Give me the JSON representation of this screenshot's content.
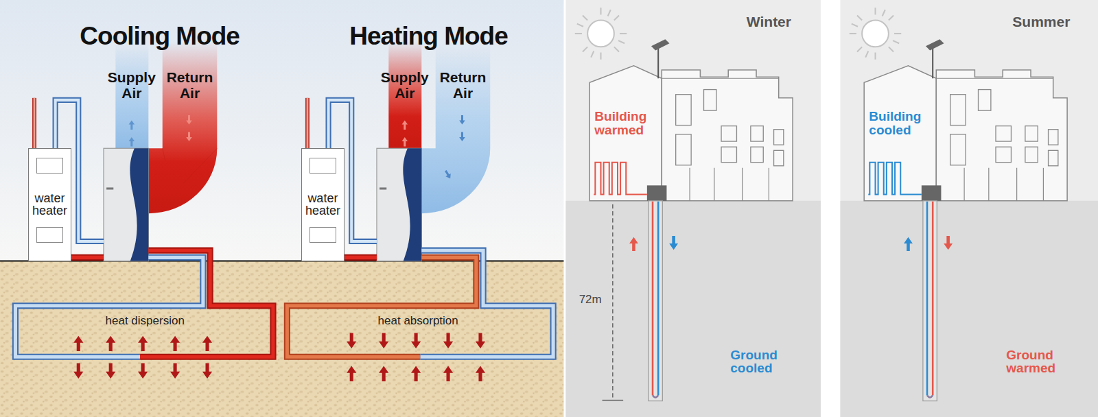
{
  "diagram": {
    "nodes": [
      {
        "text": [
          "water heater"
        ]
      },
      {
        "text": [
          "water heater"
        ]
      }
    ],
    "labels": [
      "Cooling Mode",
      "Heating Mode",
      "Supply Air",
      "Return Air",
      "Supply Air",
      "Return Air",
      "heat dispersion",
      "heat absorption",
      "Winter",
      "Building warmed",
      "72m",
      "Ground cooled",
      "Summer",
      "Building cooled",
      "Ground warmed"
    ]
  }
}
